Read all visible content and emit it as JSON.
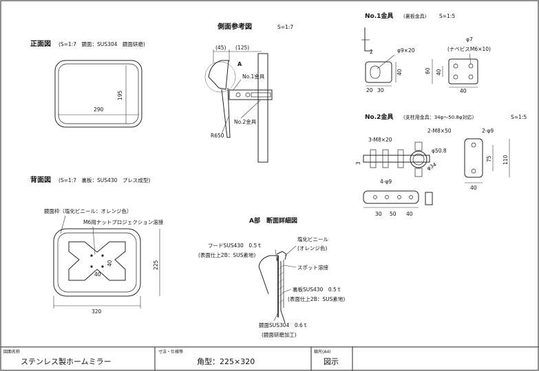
{
  "views": {
    "front": {
      "title": "正面図",
      "spec": "(S=1:7　鏡面：SUS304　鏡面研磨)",
      "dim_w": "290",
      "dim_h": "195"
    },
    "side": {
      "title": "側面参考図",
      "scale": "S=1:7",
      "dim_a": "(45)",
      "dim_b": "(125)",
      "label_a": "A",
      "label_no1": "No.1金具",
      "label_no2": "No.2金具",
      "label_r": "R650"
    },
    "no1": {
      "title": "No.1金具",
      "spec": "(裏板金具)",
      "scale": "S=1:5",
      "phi7": "φ7",
      "nabe": "(ナベビスM6×10)",
      "hole": "φ9×20",
      "d2": "2",
      "d40a": "40",
      "d20": "20",
      "d30": "30",
      "d60": "60",
      "d40b": "40",
      "d40c": "40"
    },
    "no2": {
      "title": "No.2金具",
      "spec": "(支柱用金具：34φ～50.8φ対応)",
      "scale": "S=1:5",
      "m8x20": "3-M8×20",
      "m8x50": "2-M8×50",
      "phi9b": "2-φ9",
      "phi508": "φ50.8",
      "phi34": "φ34",
      "d3": "3",
      "d75": "75",
      "d110": "110",
      "d40top": "40",
      "phi9c": "4-φ9",
      "d30": "30",
      "d50": "50",
      "d40": "40"
    },
    "back": {
      "title": "背面図",
      "spec": "(S=1:7　裏板：SUS430　プレス成型)",
      "frame": "鏡面枠（塩化ビニール：オレンジ色）",
      "nut": "M6用ナットプロジェクション溶接",
      "d40a": "40",
      "d40b": "40",
      "d320": "320",
      "d225": "225"
    },
    "section": {
      "title": "A部　断面詳細図",
      "hood": "フードSUS430　0.5ｔ",
      "hood_sub": "(表面仕上2B：SUS素地)",
      "vinyl": "塩化ビニール",
      "vinyl_sub": "(オレンジ色)",
      "spot": "スポット溶接",
      "back": "裏板SUS430　0.5ｔ",
      "back_sub": "(表面仕上2B：SUS素地)",
      "mirror": "鏡面SUS304　0.6ｔ",
      "mirror_sub": "(鏡面研磨加工)"
    }
  },
  "title_block": {
    "name_label": "図面名称",
    "name": "ステンレス製ホームミラー",
    "spec_label": "寸法・仕様等",
    "spec": "角型：225×320",
    "scale_label": "縮尺(A4)",
    "scale": "図示"
  }
}
